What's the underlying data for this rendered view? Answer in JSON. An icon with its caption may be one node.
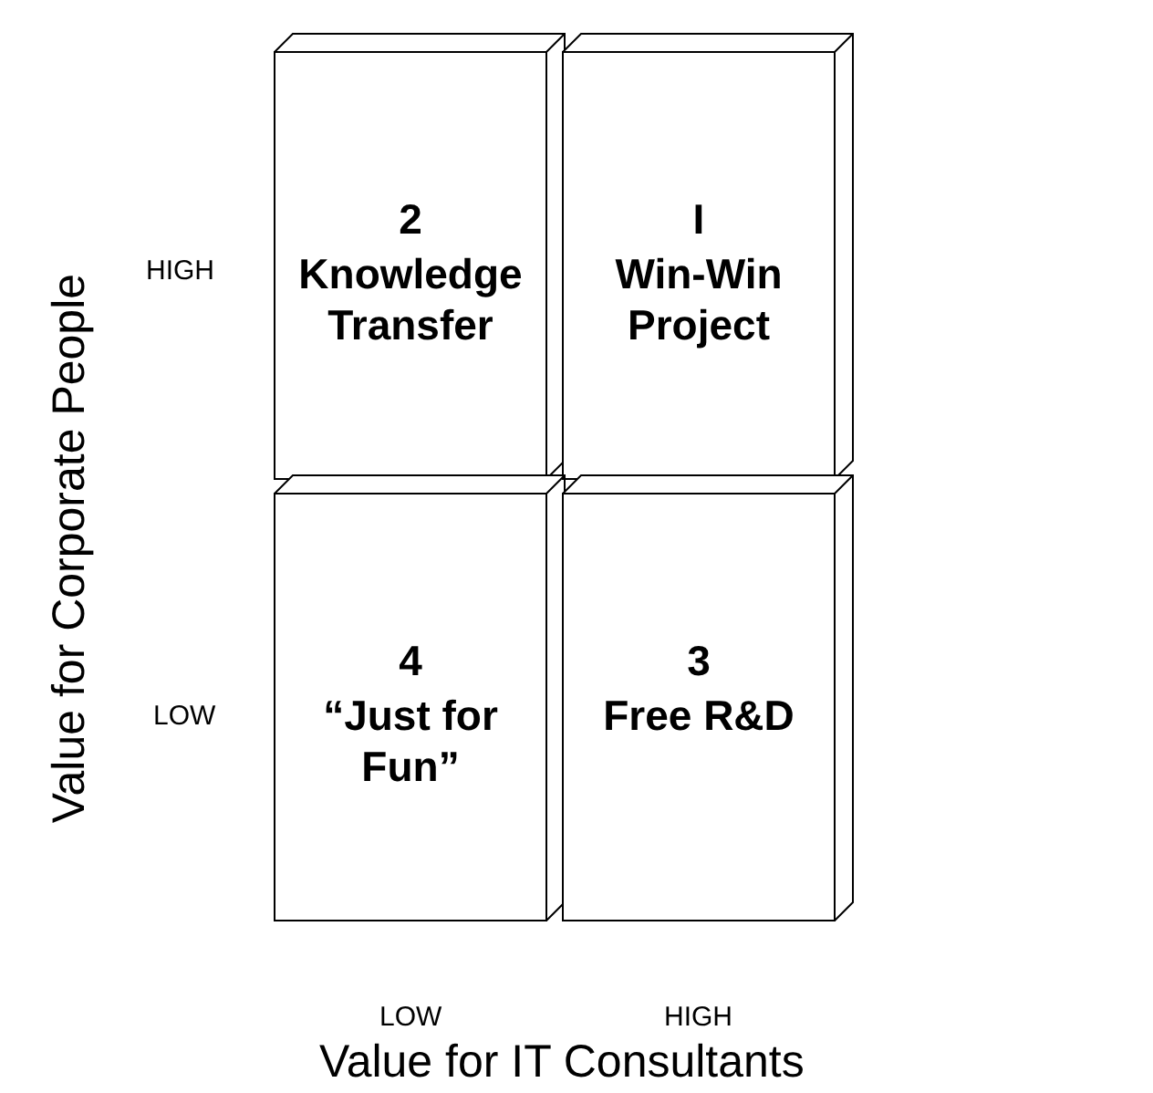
{
  "diagram": {
    "nodes": [
      {
        "text": [
          "2",
          "Knowledge Transfer"
        ]
      },
      {
        "text": [
          "I",
          "Win-Win Project"
        ]
      },
      {
        "text": [
          "4",
          "“Just for Fun”"
        ]
      },
      {
        "text": [
          "3",
          "Free R&D"
        ]
      }
    ],
    "edges": [],
    "labels": [
      "Value for Corporate People",
      "HIGH",
      "LOW",
      "LOW",
      "HIGH",
      "Value for IT Consultants"
    ]
  }
}
